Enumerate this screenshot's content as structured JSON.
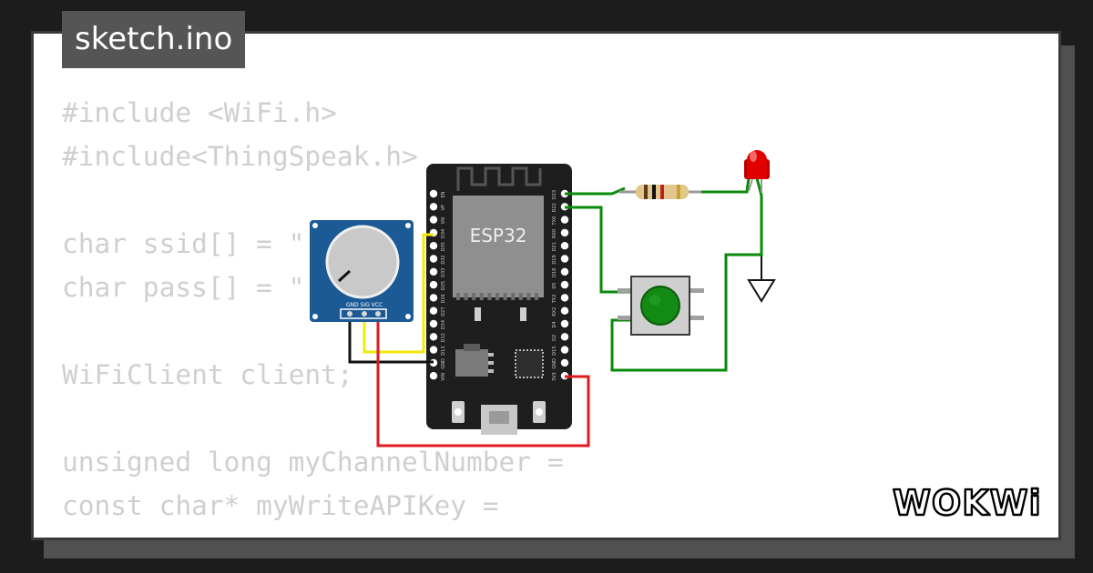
{
  "tab": {
    "filename": "sketch.ino"
  },
  "code_lines": [
    "#include <WiFi.h>",
    "#include<ThingSpeak.h>",
    "",
    "char ssid[] = \"",
    "char pass[] = \"",
    "",
    "WiFiClient client;",
    "",
    "unsigned long myChannelNumber = ",
    "const char* myWriteAPIKey = "
  ],
  "esp32": {
    "label": "ESP32",
    "left_pins": [
      "EN",
      "VP",
      "VN",
      "D34",
      "D35",
      "D32",
      "D33",
      "D25",
      "D26",
      "D27",
      "D14",
      "D12",
      "D13",
      "GND",
      "VIN"
    ],
    "right_pins": [
      "D23",
      "D22",
      "TX0",
      "RX0",
      "D21",
      "D19",
      "D18",
      "D5",
      "TX2",
      "RX2",
      "D4",
      "D2",
      "D15",
      "GND",
      "3V3"
    ]
  },
  "potentiometer": {
    "pin_labels": "GND SIG VCC"
  },
  "logo": {
    "text": "WOKWi"
  },
  "colors": {
    "background": "#1c1c1c",
    "card": "#ffffff",
    "tab": "#555555",
    "code_text": "#cfcfcf",
    "board": "#1e1e1e",
    "chip": "#8f8f8f",
    "pot_body": "#1c5a96",
    "wire_green": "#0a8a0a",
    "wire_red": "#e0191f",
    "wire_yellow": "#f3e80a",
    "wire_black": "#111111",
    "led": "#e00000",
    "button": "#138a13"
  }
}
